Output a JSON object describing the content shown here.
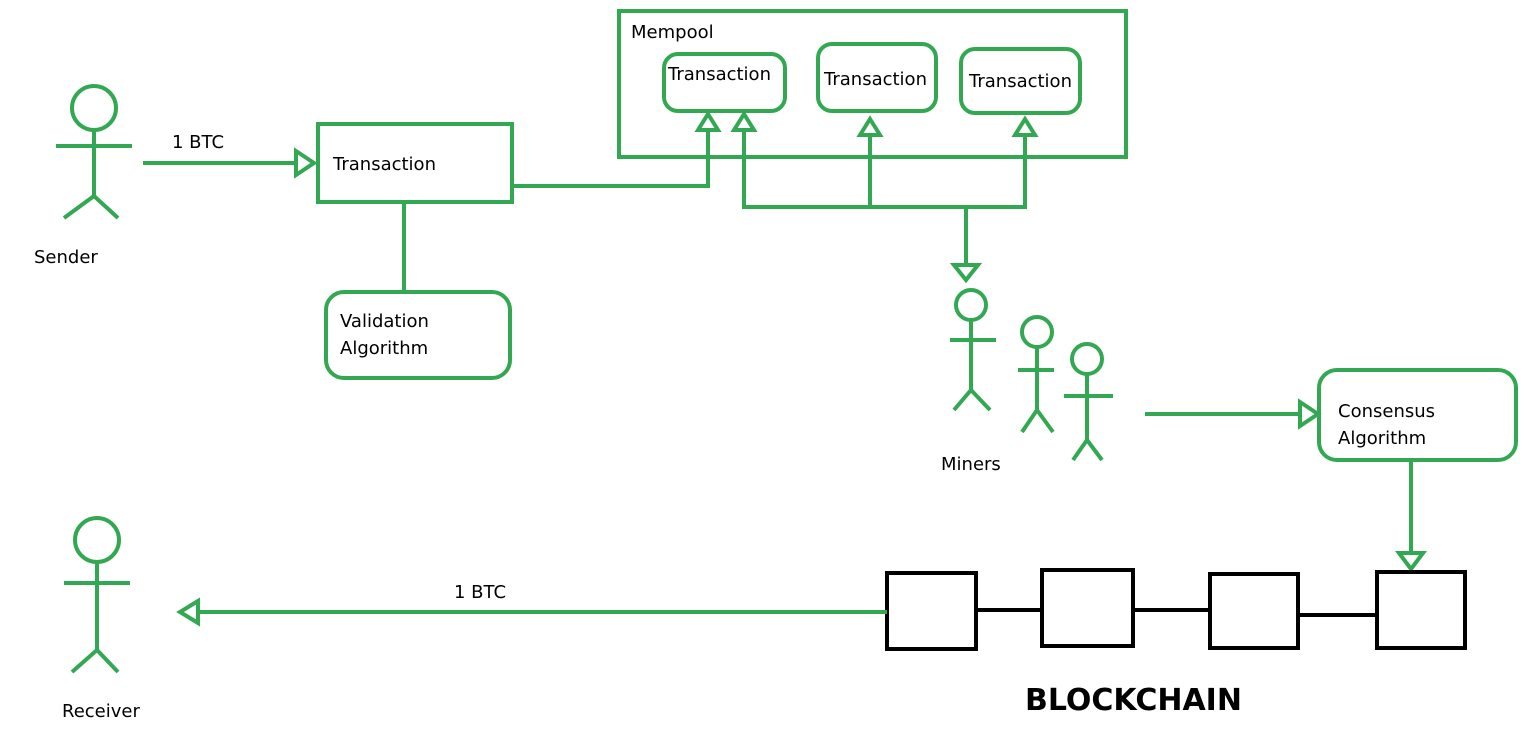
{
  "actors": {
    "sender": "Sender",
    "receiver": "Receiver",
    "miners": "Miners"
  },
  "labels": {
    "send_amount": "1 BTC",
    "receive_amount": "1 BTC",
    "transaction": "Transaction",
    "validation_line1": "Validation",
    "validation_line2": "Algorithm",
    "mempool": "Mempool",
    "mempool_tx_1": "Transaction",
    "mempool_tx_2": "Transaction",
    "mempool_tx_3": "Transaction",
    "consensus_line1": "Consensus",
    "consensus_line2": "Algorithm",
    "blockchain": "BLOCKCHAIN"
  },
  "colors": {
    "flow": "#33a852",
    "chain": "#000000"
  }
}
